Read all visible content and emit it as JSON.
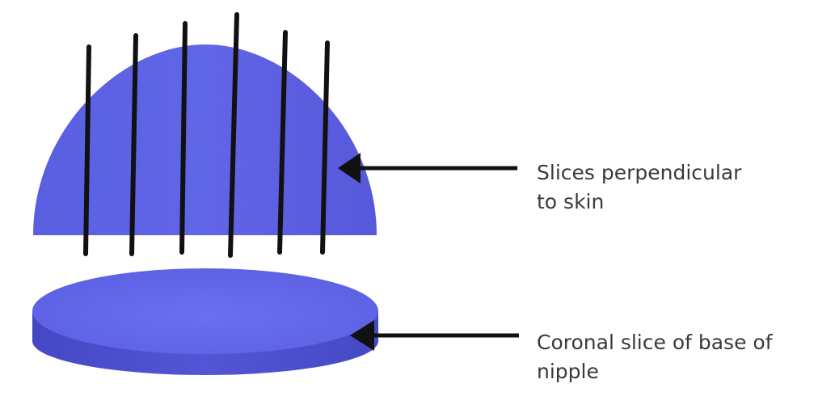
{
  "colors": {
    "tissue": "#5d62e4",
    "tissue_dark": "#4b4fcd",
    "tissue_light": "#787df0",
    "line": "#111111",
    "text": "#3a3a3a",
    "background": "#ffffff"
  },
  "labels": {
    "slices": {
      "line1": "Slices perpendicular",
      "line2": "to skin"
    },
    "coronal": {
      "line1": "Coronal slice of base of",
      "line2": "nipple"
    }
  }
}
